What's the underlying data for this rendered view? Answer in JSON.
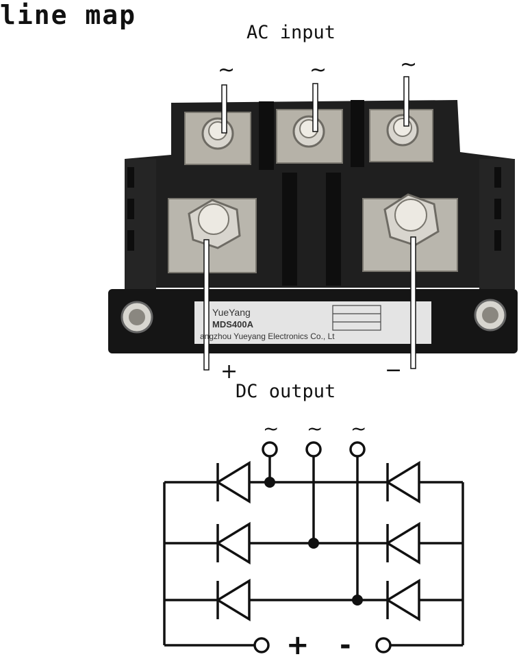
{
  "header": {
    "title": "line map"
  },
  "photo": {
    "ac_label": "AC input",
    "dc_label": "DC output",
    "ac_symbols": [
      "~",
      "~",
      "~"
    ],
    "plus_symbol": "+",
    "minus_symbol": "−",
    "module": {
      "brand": "YueYang",
      "model": "MDS400A",
      "maker": "angzhou Yueyang Electronics Co., Lt"
    }
  },
  "schematic": {
    "ac_symbols": [
      "~",
      "~",
      "~"
    ],
    "plus_symbol": "+",
    "minus_symbol": "-"
  },
  "colors": {
    "line": "#111111",
    "body": "#1e1e1e",
    "metal": "#b9b6ad",
    "label_plate": "#e4e4e4"
  }
}
